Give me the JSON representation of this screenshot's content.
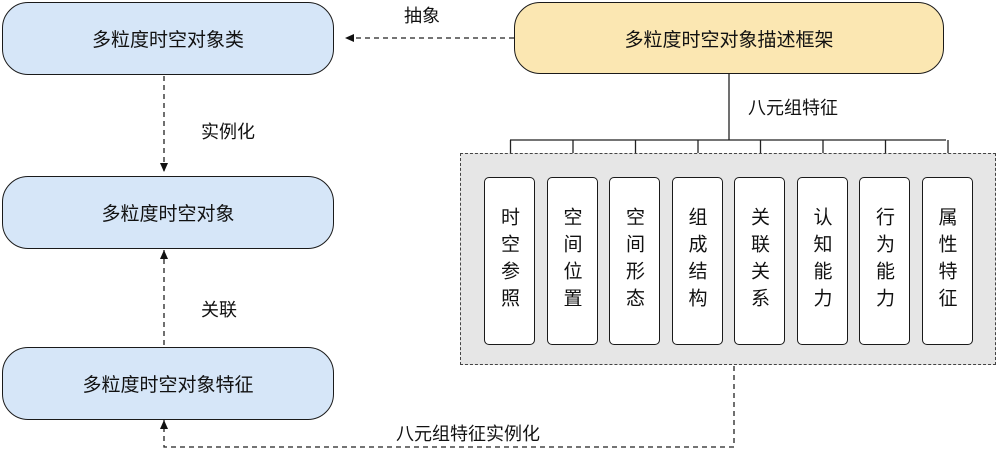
{
  "nodes": {
    "class": "多粒度时空对象类",
    "framework": "多粒度时空对象描述框架",
    "object": "多粒度时空对象",
    "feature": "多粒度时空对象特征"
  },
  "edge_labels": {
    "abstract": "抽象",
    "instantiate": "实例化",
    "associate": "关联",
    "eight_features": "八元组特征",
    "eight_instantiate": "八元组特征实例化"
  },
  "features": [
    "时空参照",
    "空间位置",
    "空间形态",
    "组成结构",
    "关联关系",
    "认知能力",
    "行为能力",
    "属性特征"
  ]
}
